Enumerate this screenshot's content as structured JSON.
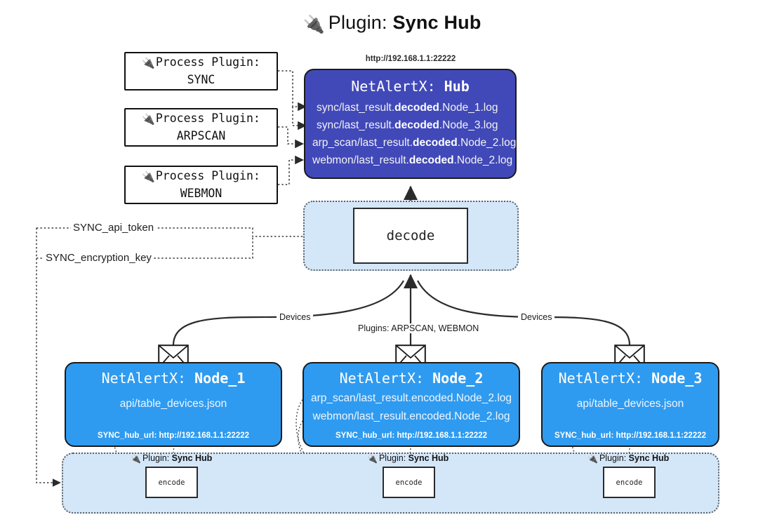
{
  "page": {
    "title_icon": "plug-icon",
    "title_lead": "Plugin:",
    "title_strong": "Sync Hub",
    "colors": {
      "hub_fill": "#4149b8",
      "node_fill": "#2f9bf0",
      "pane_fill": "#d4e7f9",
      "box_stroke": "#1b1b1b",
      "white": "#ffffff"
    }
  },
  "process_plugins": [
    {
      "icon": "plug-icon",
      "line1": "Process Plugin:",
      "line2": "SYNC"
    },
    {
      "icon": "plug-icon",
      "line1": "Process Plugin:",
      "line2": "ARPSCAN"
    },
    {
      "icon": "plug-icon",
      "line1": "Process Plugin:",
      "line2": "WEBMON"
    }
  ],
  "hub": {
    "url_label": "http://192.168.1.1:22222",
    "title_lead": "NetAlertX:",
    "title_strong": "Hub",
    "lines": [
      {
        "pre": "sync/last_result.",
        "bold": "decoded",
        "post": ".Node_1.log"
      },
      {
        "pre": "sync/last_result.",
        "bold": "decoded",
        "post": ".Node_3.log"
      },
      {
        "pre": "arp_scan/last_result.",
        "bold": "decoded",
        "post": ".Node_2.log"
      },
      {
        "pre": "webmon/last_result.",
        "bold": "decoded",
        "post": ".Node_2.log"
      }
    ]
  },
  "decode": {
    "box_label": "decode"
  },
  "env_vars": [
    {
      "label": "SYNC_api_token"
    },
    {
      "label": "SYNC_encryption_key"
    }
  ],
  "edge_labels": [
    {
      "name": "devices-left",
      "text": "Devices"
    },
    {
      "name": "plugins-middle",
      "text": "Plugins: ARPSCAN, WEBMON"
    },
    {
      "name": "devices-right",
      "text": "Devices"
    }
  ],
  "nodes": [
    {
      "icon": "envelope-icon",
      "title_lead": "NetAlertX:",
      "title_strong": "Node_1",
      "lines": [
        "api/table_devices.json"
      ],
      "footer": "SYNC_hub_url: http://192.168.1.1:22222"
    },
    {
      "icon": "envelope-icon",
      "title_lead": "NetAlertX:",
      "title_strong": "Node_2",
      "lines": [
        "arp_scan/last_result.encoded.Node_2.log",
        "webmon/last_result.encoded.Node_2.log"
      ],
      "footer": "SYNC_hub_url: http://192.168.1.1:22222"
    },
    {
      "icon": "envelope-icon",
      "title_lead": "NetAlertX:",
      "title_strong": "Node_3",
      "lines": [
        "api/table_devices.json"
      ],
      "footer": "SYNC_hub_url: http://192.168.1.1:22222"
    }
  ],
  "encoders": [
    {
      "icon": "plug-icon",
      "caption_lead": "Plugin:",
      "caption_strong": "Sync Hub",
      "box_label": "encode"
    },
    {
      "icon": "plug-icon",
      "caption_lead": "Plugin:",
      "caption_strong": "Sync Hub",
      "box_label": "encode"
    },
    {
      "icon": "plug-icon",
      "caption_lead": "Plugin:",
      "caption_strong": "Sync Hub",
      "box_label": "encode"
    }
  ]
}
